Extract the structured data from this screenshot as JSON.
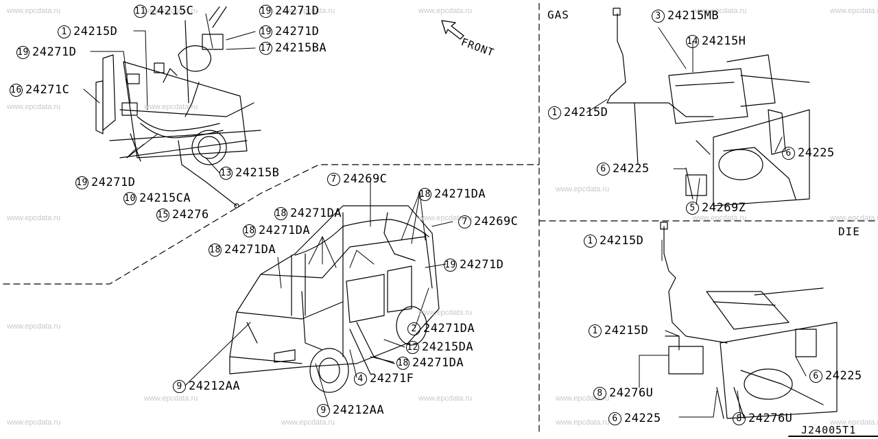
{
  "sections": {
    "gas": "GAS",
    "diesel": "DIE"
  },
  "front_label": "FRONT",
  "drawing_code": "J24005T1",
  "watermark": "www.epcdata.ru",
  "callouts": [
    {
      "num": "11",
      "part": "24215C"
    },
    {
      "num": "19",
      "part": "24271D"
    },
    {
      "num": "1",
      "part": "24215D"
    },
    {
      "num": "19",
      "part": "24271D"
    },
    {
      "num": "19",
      "part": "24271D"
    },
    {
      "num": "17",
      "part": "24215BA"
    },
    {
      "num": "16",
      "part": "24271C"
    },
    {
      "num": "13",
      "part": "24215B"
    },
    {
      "num": "19",
      "part": "24271D"
    },
    {
      "num": "10",
      "part": "24215CA"
    },
    {
      "num": "15",
      "part": "24276"
    },
    {
      "num": "7",
      "part": "24269C"
    },
    {
      "num": "18",
      "part": "24271DA"
    },
    {
      "num": "18",
      "part": "24271DA"
    },
    {
      "num": "7",
      "part": "24269C"
    },
    {
      "num": "18",
      "part": "24271DA"
    },
    {
      "num": "18",
      "part": "24271DA"
    },
    {
      "num": "19",
      "part": "24271D"
    },
    {
      "num": "2",
      "part": "24271DA"
    },
    {
      "num": "12",
      "part": "24215DA"
    },
    {
      "num": "18",
      "part": "24271DA"
    },
    {
      "num": "4",
      "part": "24271F"
    },
    {
      "num": "9",
      "part": "24212AA"
    },
    {
      "num": "9",
      "part": "24212AA"
    },
    {
      "num": "3",
      "part": "24215MB"
    },
    {
      "num": "14",
      "part": "24215H"
    },
    {
      "num": "1",
      "part": "24215D"
    },
    {
      "num": "6",
      "part": "24225"
    },
    {
      "num": "6",
      "part": "24225"
    },
    {
      "num": "5",
      "part": "24269Z"
    },
    {
      "num": "1",
      "part": "24215D"
    },
    {
      "num": "1",
      "part": "24215D"
    },
    {
      "num": "6",
      "part": "24225"
    },
    {
      "num": "8",
      "part": "24276U"
    },
    {
      "num": "6",
      "part": "24225"
    },
    {
      "num": "8",
      "part": "24276U"
    }
  ]
}
